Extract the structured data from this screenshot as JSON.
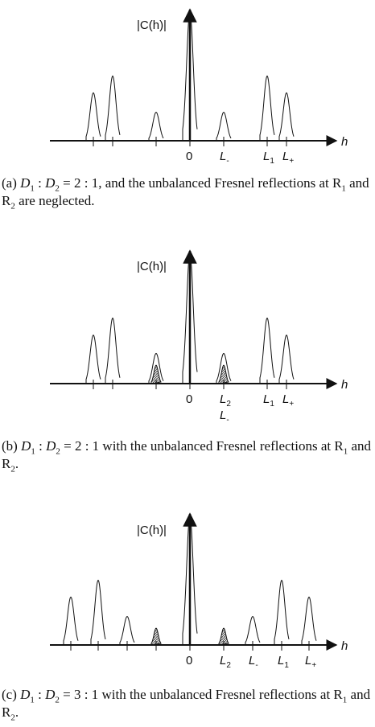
{
  "panels": [
    {
      "id": "a",
      "ylabel": "|C(h)|",
      "xlabel": "h",
      "central": 1.0,
      "peaks": [
        {
          "pos": -3.0,
          "height": 0.37,
          "hatched": false
        },
        {
          "pos": -2.4,
          "height": 0.5,
          "hatched": false
        },
        {
          "pos": -1.05,
          "height": 0.22,
          "hatched": false
        },
        {
          "pos": 1.05,
          "height": 0.22,
          "hatched": false
        },
        {
          "pos": 2.4,
          "height": 0.5,
          "hatched": false
        },
        {
          "pos": 3.0,
          "height": 0.37,
          "hatched": false
        }
      ],
      "ticks": [
        -3.0,
        -2.4,
        -1.05,
        0,
        1.05,
        2.4,
        3.0
      ],
      "tick_labels": [
        {
          "pos": 0,
          "main": "0",
          "sub": "",
          "row": 0
        },
        {
          "pos": 1.05,
          "main": "L",
          "sub": "-",
          "row": 0
        },
        {
          "pos": 2.4,
          "main": "L",
          "sub": "1",
          "row": 0
        },
        {
          "pos": 3.0,
          "main": "L",
          "sub": "+",
          "row": 0
        }
      ],
      "caption": {
        "prefix": "(a) ",
        "d1": "D",
        "d1sub": "1",
        "mid": " : ",
        "d2": "D",
        "d2sub": "2",
        "ratio": " = 2 : 1, and the unbalanced Fresnel reflections at R",
        "r1sub": "1",
        "and": " and R",
        "r2sub": "2",
        "tail": " are neglected."
      }
    },
    {
      "id": "b",
      "ylabel": "|C(h)|",
      "xlabel": "h",
      "central": 1.0,
      "peaks": [
        {
          "pos": -3.0,
          "height": 0.37,
          "hatched": false
        },
        {
          "pos": -2.4,
          "height": 0.5,
          "hatched": false
        },
        {
          "pos": -1.05,
          "height": 0.23,
          "hatched": false
        },
        {
          "pos": -1.05,
          "height": 0.14,
          "hatched": true
        },
        {
          "pos": 1.05,
          "height": 0.23,
          "hatched": false
        },
        {
          "pos": 1.05,
          "height": 0.14,
          "hatched": true
        },
        {
          "pos": 2.4,
          "height": 0.5,
          "hatched": false
        },
        {
          "pos": 3.0,
          "height": 0.37,
          "hatched": false
        }
      ],
      "ticks": [
        -3.0,
        -2.4,
        -1.05,
        0,
        1.05,
        2.4,
        3.0
      ],
      "tick_labels": [
        {
          "pos": 0,
          "main": "0",
          "sub": "",
          "row": 0
        },
        {
          "pos": 1.05,
          "main": "L",
          "sub": "2",
          "row": 0
        },
        {
          "pos": 1.05,
          "main": "L",
          "sub": "-",
          "row": 1
        },
        {
          "pos": 2.4,
          "main": "L",
          "sub": "1",
          "row": 0
        },
        {
          "pos": 3.0,
          "main": "L",
          "sub": "+",
          "row": 0
        }
      ],
      "caption": {
        "prefix": "(b) ",
        "d1": "D",
        "d1sub": "1",
        "mid": " : ",
        "d2": "D",
        "d2sub": "2",
        "ratio": " = 2 : 1 with the unbalanced Fresnel reflections at R",
        "r1sub": "1",
        "and": " and R",
        "r2sub": "2",
        "tail": "."
      }
    },
    {
      "id": "c",
      "ylabel": "|C(h)|",
      "xlabel": "h",
      "central": 1.0,
      "peaks": [
        {
          "pos": -3.7,
          "height": 0.37,
          "hatched": false
        },
        {
          "pos": -2.85,
          "height": 0.5,
          "hatched": false
        },
        {
          "pos": -1.95,
          "height": 0.22,
          "hatched": false
        },
        {
          "pos": -1.05,
          "height": 0.13,
          "hatched": true
        },
        {
          "pos": 1.05,
          "height": 0.13,
          "hatched": true
        },
        {
          "pos": 1.95,
          "height": 0.22,
          "hatched": false
        },
        {
          "pos": 2.85,
          "height": 0.5,
          "hatched": false
        },
        {
          "pos": 3.7,
          "height": 0.37,
          "hatched": false
        }
      ],
      "ticks": [
        -3.7,
        -2.85,
        -1.95,
        -1.05,
        0,
        1.05,
        1.95,
        2.85,
        3.7
      ],
      "tick_labels": [
        {
          "pos": 0,
          "main": "0",
          "sub": "",
          "row": 0
        },
        {
          "pos": 1.05,
          "main": "L",
          "sub": "2",
          "row": 0
        },
        {
          "pos": 1.95,
          "main": "L",
          "sub": "-",
          "row": 0
        },
        {
          "pos": 2.85,
          "main": "L",
          "sub": "1",
          "row": 0
        },
        {
          "pos": 3.7,
          "main": "L",
          "sub": "+",
          "row": 0
        }
      ],
      "caption": {
        "prefix": "(c) ",
        "d1": "D",
        "d1sub": "1",
        "mid": " : ",
        "d2": "D",
        "d2sub": "2",
        "ratio": " = 3 : 1 with the unbalanced Fresnel reflections at R",
        "r1sub": "1",
        "and": " and R",
        "r2sub": "2",
        "tail": "."
      }
    }
  ]
}
